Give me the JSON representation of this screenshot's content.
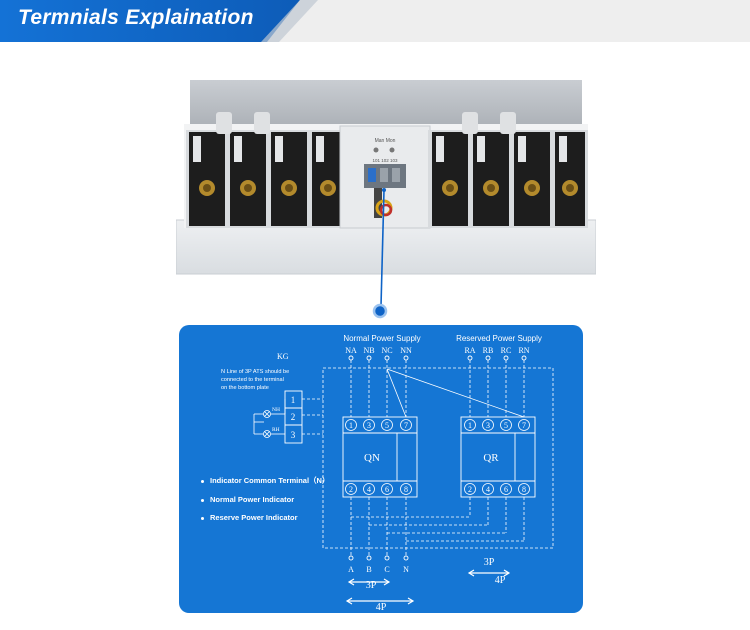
{
  "banner": {
    "title": "Termnials Explaination"
  },
  "diagram": {
    "normal_supply": "Normal Power Supply",
    "reserved_supply": "Reserved Power Supply",
    "normal_terminals": [
      "NA",
      "NB",
      "NC",
      "NN"
    ],
    "reserved_terminals": [
      "RA",
      "RB",
      "RC",
      "RN"
    ],
    "kg": "KG",
    "note_lines": [
      "N Line of 3P ATS should be",
      "connected to the terminal",
      "on the bottom plate"
    ],
    "kg_terminals": [
      "1",
      "2",
      "3"
    ],
    "lamp_normal": "NH",
    "lamp_reserve": "RH",
    "qn": "QN",
    "qr": "QR",
    "top_pins": [
      "1",
      "3",
      "5",
      "7"
    ],
    "bottom_pins": [
      "2",
      "4",
      "6",
      "8"
    ],
    "outputs": [
      "A",
      "B",
      "C",
      "N"
    ],
    "three_pole": "3P",
    "four_pole": "4P",
    "legend": [
      "Indicator Common Terminal（N）",
      "Normal Power Indicator",
      "Reserve Power Indicator"
    ]
  },
  "product_label": {
    "line1": "Man   Mon",
    "line2": "101  102  103"
  },
  "colors": {
    "banner_blue": "#1472d6",
    "panel_blue": "#1576d4",
    "accent": "#0e63c7"
  }
}
